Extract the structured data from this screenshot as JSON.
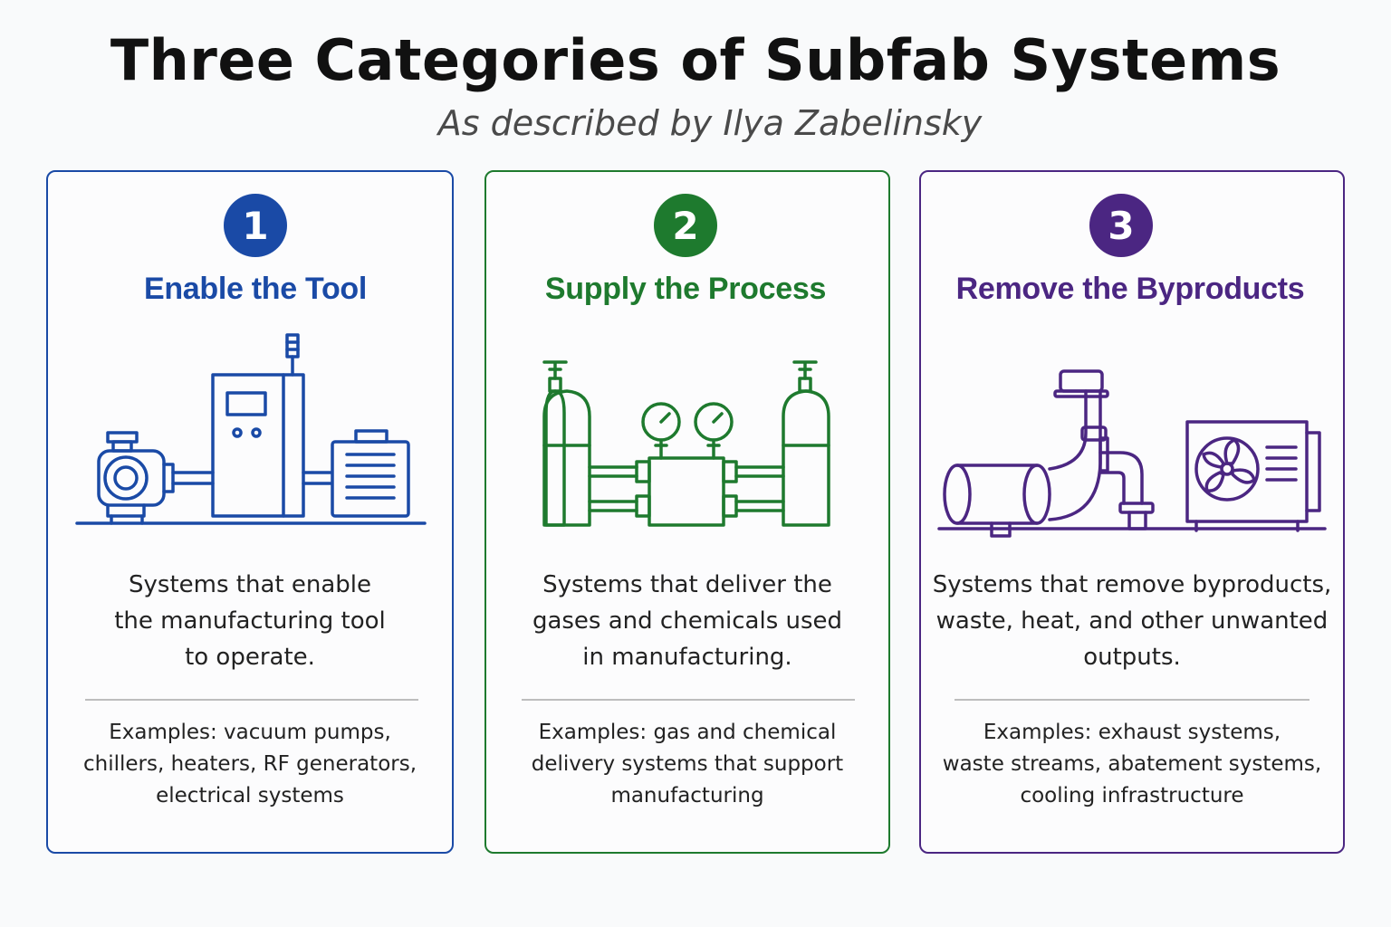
{
  "title": "Three Categories of Subfab Systems",
  "subtitle": "As described by Ilya Zabelinsky",
  "categories": [
    {
      "number": "1",
      "heading": "Enable the Tool",
      "description": "Systems that enable\nthe manufacturing tool\nto operate.",
      "examples": "Examples: vacuum pumps,\nchillers, heaters, RF generators,\nelectrical systems",
      "color": "#1a4aa6",
      "icon": "pump-tool-chiller-icon"
    },
    {
      "number": "2",
      "heading": "Supply the Process",
      "description": "Systems that deliver the\ngases and chemicals used\nin manufacturing.",
      "examples": "Examples: gas and chemical\ndelivery systems that support\nmanufacturing",
      "color": "#1e7a2e",
      "icon": "gas-cylinder-manifold-icon"
    },
    {
      "number": "3",
      "heading": "Remove the Byproducts",
      "description": "Systems that remove byproducts,\nwaste, heat, and other unwanted\noutputs.",
      "examples": "Examples: exhaust systems,\nwaste streams, abatement systems,\ncooling infrastructure",
      "color": "#4b2682",
      "icon": "exhaust-pipe-fan-icon"
    }
  ]
}
